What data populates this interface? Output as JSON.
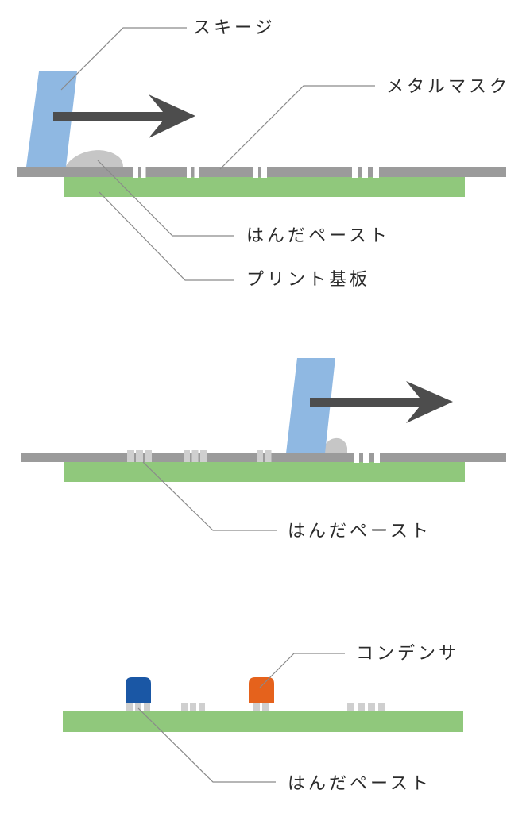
{
  "title": "solder-paste-printing-process-diagram",
  "colors": {
    "background": "#ffffff",
    "squeegee_blue": "#8fb8e2",
    "mask_gray": "#9b9b9b",
    "board_green": "#90c87c",
    "paste_gray": "#cfcfcf",
    "paste_blob_gray": "#c6c6c6",
    "arrow_dark": "#4d4d4d",
    "component_blue": "#1a57a5",
    "component_orange": "#e5621c",
    "leader_line": "#8a8a8a",
    "label_text": "#2b2b2b"
  },
  "panels": {
    "printing": {
      "labels": {
        "squeegee": "スキージ",
        "metal_mask": "メタルマスク",
        "solder_paste": "はんだペースト",
        "pcb": "プリント基板"
      }
    },
    "after_print": {
      "labels": {
        "solder_paste": "はんだペースト"
      }
    },
    "mounting": {
      "labels": {
        "capacitor": "コンデンサ",
        "solder_paste": "はんだペースト"
      }
    }
  }
}
